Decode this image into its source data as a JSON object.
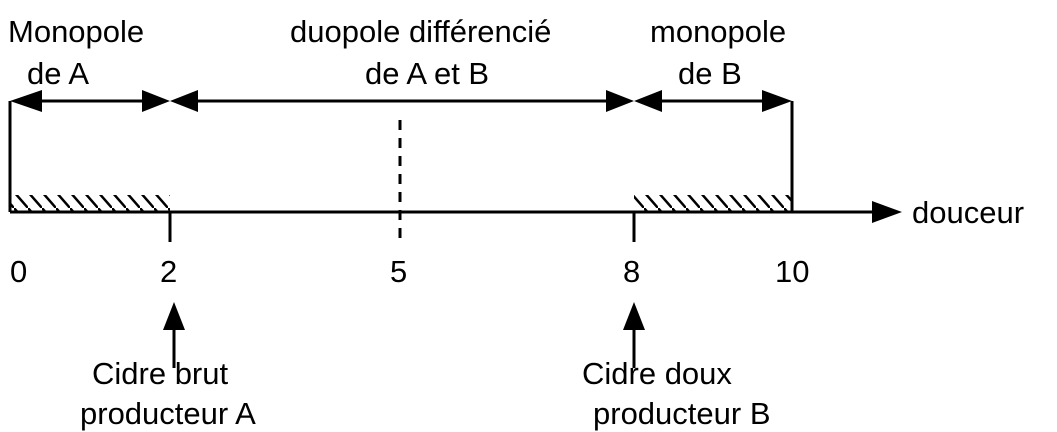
{
  "regions": [
    {
      "line1": "Monopole",
      "line2": "de A"
    },
    {
      "line1": "duopole différencié",
      "line2": "de A et B"
    },
    {
      "line1": "monopole",
      "line2": "de B"
    }
  ],
  "axis": {
    "label": "douceur",
    "ticks": [
      "0",
      "2",
      "5",
      "8",
      "10"
    ]
  },
  "producers": [
    {
      "line1": "Cidre brut",
      "line2": "producteur A"
    },
    {
      "line1": "Cidre doux",
      "line2": "producteur B"
    }
  ]
}
